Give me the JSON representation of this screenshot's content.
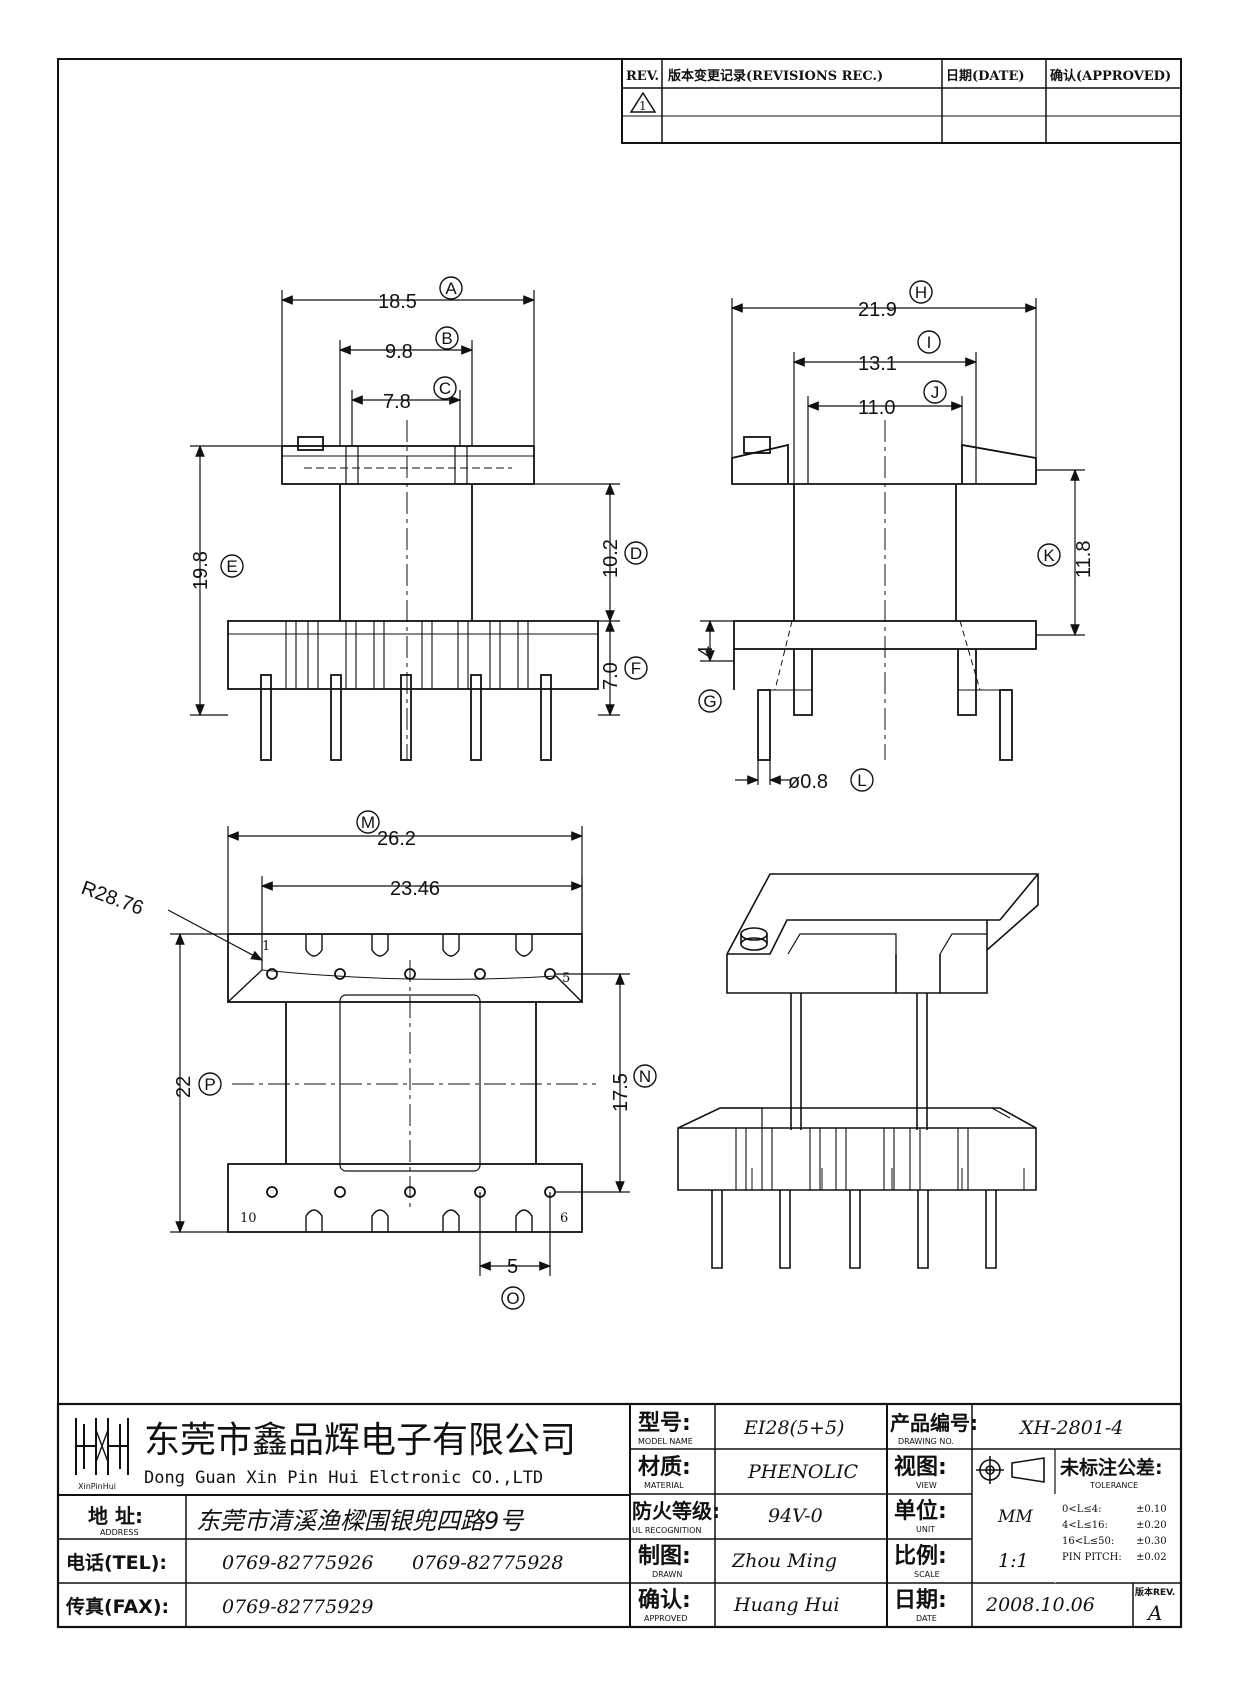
{
  "revision_table": {
    "col_rev": "REV.",
    "col_record": "版本变更记录(REVISIONS REC.)",
    "col_date": "日期(DATE)",
    "col_approved": "确认(APPROVED)",
    "rev_mark": "1"
  },
  "dimensions": {
    "A": {
      "letter": "A",
      "value": "18.5"
    },
    "B": {
      "letter": "B",
      "value": "9.8"
    },
    "C": {
      "letter": "C",
      "value": "7.8"
    },
    "D": {
      "letter": "D",
      "value": "10.2"
    },
    "E": {
      "letter": "E",
      "value": "19.8"
    },
    "F": {
      "letter": "F",
      "value": "7.0"
    },
    "G": {
      "letter": "G",
      "value": "4"
    },
    "H": {
      "letter": "H",
      "value": "21.9"
    },
    "I": {
      "letter": "I",
      "value": "13.1"
    },
    "J": {
      "letter": "J",
      "value": "11.0"
    },
    "K": {
      "letter": "K",
      "value": "11.8"
    },
    "L": {
      "letter": "L",
      "value": "ø0.8"
    },
    "M": {
      "letter": "M",
      "value": "26.2"
    },
    "inner_width": "23.46",
    "radius": "R28.76",
    "N": {
      "letter": "N",
      "value": "17.5"
    },
    "O": {
      "letter": "O",
      "value": "5"
    },
    "P": {
      "letter": "P",
      "value": "22"
    }
  },
  "pin_labels": {
    "p1": "1",
    "p5": "5",
    "p6": "6",
    "p10": "10"
  },
  "title_block": {
    "logo_text": "XinPinHui",
    "company_cn": "东莞市鑫品辉电子有限公司",
    "company_en": "Dong Guan Xin Pin Hui Elctronic CO.,LTD",
    "address_label": "地  址:",
    "address_label_en": "ADDRESS",
    "address_value": "东莞市清溪渔樑围银兜四路9号",
    "tel_label": "电话(TEL):",
    "tel_value1": "0769-82775926",
    "tel_value2": "0769-82775928",
    "fax_label": "传真(FAX):",
    "fax_value": "0769-82775929",
    "model_label": "型号:",
    "model_label_en": "MODEL NAME",
    "model_value": "EI28(5+5)",
    "material_label": "材质:",
    "material_label_en": "MATERIAL",
    "material_value": "PHENOLIC",
    "ul_label": "防火等级:",
    "ul_label_en": "UL RECOGNITION",
    "ul_value": "94V-0",
    "drawn_label": "制图:",
    "drawn_label_en": "DRAWN",
    "drawn_value": "Zhou Ming",
    "approved_label": "确认:",
    "approved_label_en": "APPROVED",
    "approved_value": "Huang Hui",
    "drawing_no_label": "产品编号:",
    "drawing_no_label_en": "DRAWING NO.",
    "drawing_no_value": "XH-2801-4",
    "view_label": "视图:",
    "view_label_en": "VIEW",
    "unit_label": "单位:",
    "unit_label_en": "UNIT",
    "unit_value": "MM",
    "scale_label": "比例:",
    "scale_label_en": "SCALE",
    "scale_value": "1:1",
    "date_label": "日期:",
    "date_label_en": "DATE",
    "date_value": "2008.10.06",
    "tolerance_title": "未标注公差:",
    "tolerance_title_en": "TOLERANCE",
    "tol_rows": [
      {
        "range": "0<L≤4:",
        "value": "±0.10"
      },
      {
        "range": "4<L≤16:",
        "value": "±0.20"
      },
      {
        "range": "16<L≤50:",
        "value": "±0.30"
      },
      {
        "range": "PIN PITCH:",
        "value": "±0.02"
      }
    ],
    "version_label": "版本REV.",
    "version_value": "A"
  }
}
